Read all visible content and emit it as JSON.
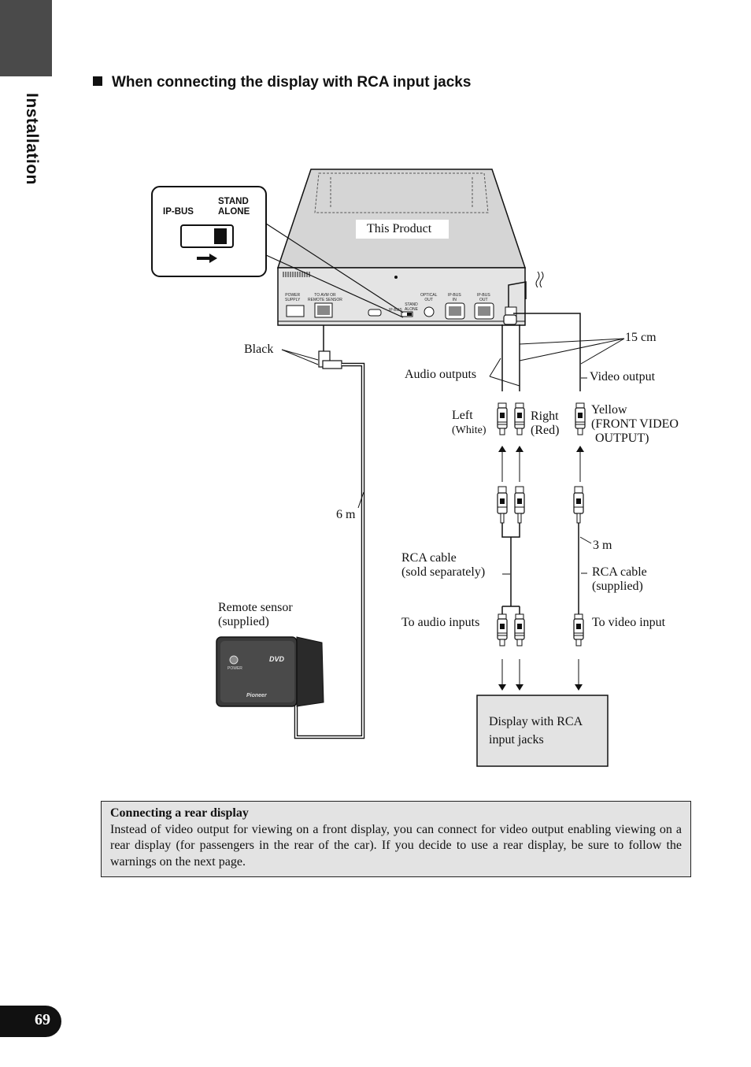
{
  "section_tab": "Installation",
  "heading": "When connecting the display with RCA input jacks",
  "switch": {
    "left_label": "IP-BUS",
    "right_label_1": "STAND",
    "right_label_2": "ALONE"
  },
  "unit": {
    "title": "This Product",
    "ports": {
      "power": [
        "POWER",
        "SUPPLY"
      ],
      "avm": [
        "TO AVM OR",
        "REMOTE SENSOR"
      ],
      "stand": [
        "STAND",
        "ALONE"
      ],
      "ipbus_small": "IP-BUS",
      "optical": [
        "OPTICAL",
        "OUT"
      ],
      "ipbus_in": [
        "IP-BUS",
        "IN"
      ],
      "ipbus_out": [
        "IP-BUS",
        "OUT"
      ]
    }
  },
  "labels": {
    "black": "Black",
    "audio_outputs": "Audio outputs",
    "cm15": "15 cm",
    "video_output": "Video output",
    "left": "Left",
    "white": "(White)",
    "right": "Right",
    "red": "(Red)",
    "yellow": "Yellow",
    "front_video": "(FRONT VIDEO",
    "output": "OUTPUT)",
    "m6": "6 m",
    "m3": "3 m",
    "rca_cable_1": "RCA cable",
    "sold_separately": "(sold separately)",
    "rca_cable_2": "RCA cable",
    "supplied_cable": "(supplied)",
    "remote_sensor": "Remote sensor",
    "supplied_sensor": "(supplied)",
    "to_audio": "To audio inputs",
    "to_video": "To video input",
    "display_1": "Display with RCA",
    "display_2": "input jacks"
  },
  "sensor": {
    "power": "POWER",
    "dvd": "DVD",
    "brand": "Pioneer"
  },
  "note": {
    "title": "Connecting a rear display",
    "body": "Instead of video output for viewing on a front display, you can connect for video output enabling viewing on a rear display (for passengers in the rear of the car). If you decide to use a rear display, be sure to follow the warnings on the next page."
  },
  "page_number": "69"
}
